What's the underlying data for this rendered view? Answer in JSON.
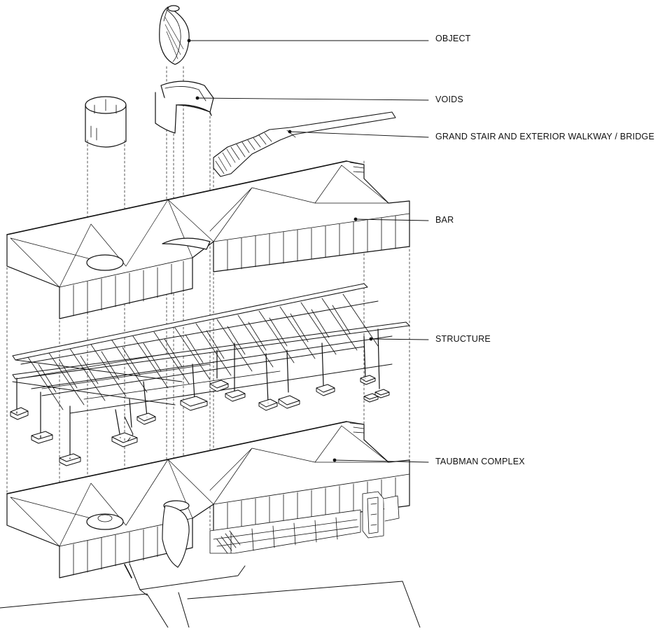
{
  "labels": [
    {
      "id": "object",
      "text": "OBJECT"
    },
    {
      "id": "voids",
      "text": "VOIDS"
    },
    {
      "id": "stair",
      "text": "GRAND STAIR AND EXTERIOR WALKWAY / BRIDGE"
    },
    {
      "id": "bar",
      "text": "BAR"
    },
    {
      "id": "structure",
      "text": "STRUCTURE"
    },
    {
      "id": "taubman",
      "text": "TAUBMAN COMPLEX"
    }
  ],
  "colors": {
    "ink": "#111111",
    "paper": "#ffffff",
    "panel": "#fafafa"
  }
}
